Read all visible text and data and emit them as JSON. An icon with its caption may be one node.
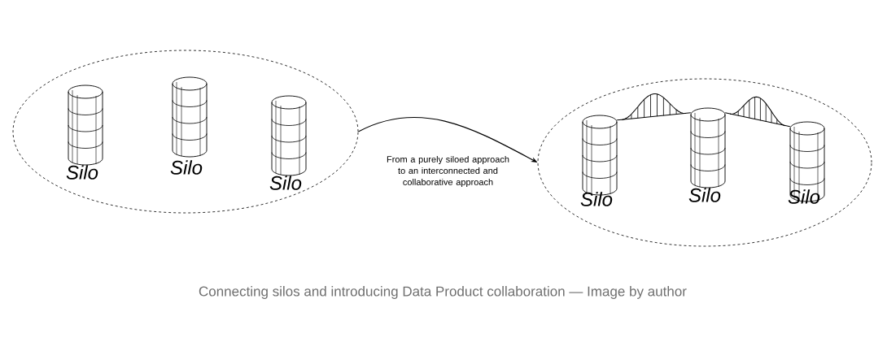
{
  "diagram": {
    "caption": "Connecting silos and introducing Data Product collaboration — Image by author",
    "nodes": [
      {
        "text": [],
        "shape": "ellipse"
      },
      {
        "text": [
          "Silo"
        ],
        "in": 0
      },
      {
        "text": [
          "Silo"
        ],
        "in": 0
      },
      {
        "text": [
          "Silo"
        ],
        "in": 0
      },
      {
        "text": [],
        "shape": "ellipse"
      },
      {
        "text": [
          "Silo"
        ],
        "in": 4
      },
      {
        "text": [
          "Silo"
        ],
        "in": 4
      },
      {
        "text": [
          "Silo"
        ],
        "in": 4
      }
    ],
    "edges": [
      {
        "from": 0,
        "to": 4,
        "arrow": "to",
        "label": "From a purely siloed approach to an interconnected and collaborative approach"
      },
      {
        "from": 5,
        "to": 6,
        "arrow": "none"
      },
      {
        "from": 6,
        "to": 7,
        "arrow": "none"
      }
    ]
  }
}
